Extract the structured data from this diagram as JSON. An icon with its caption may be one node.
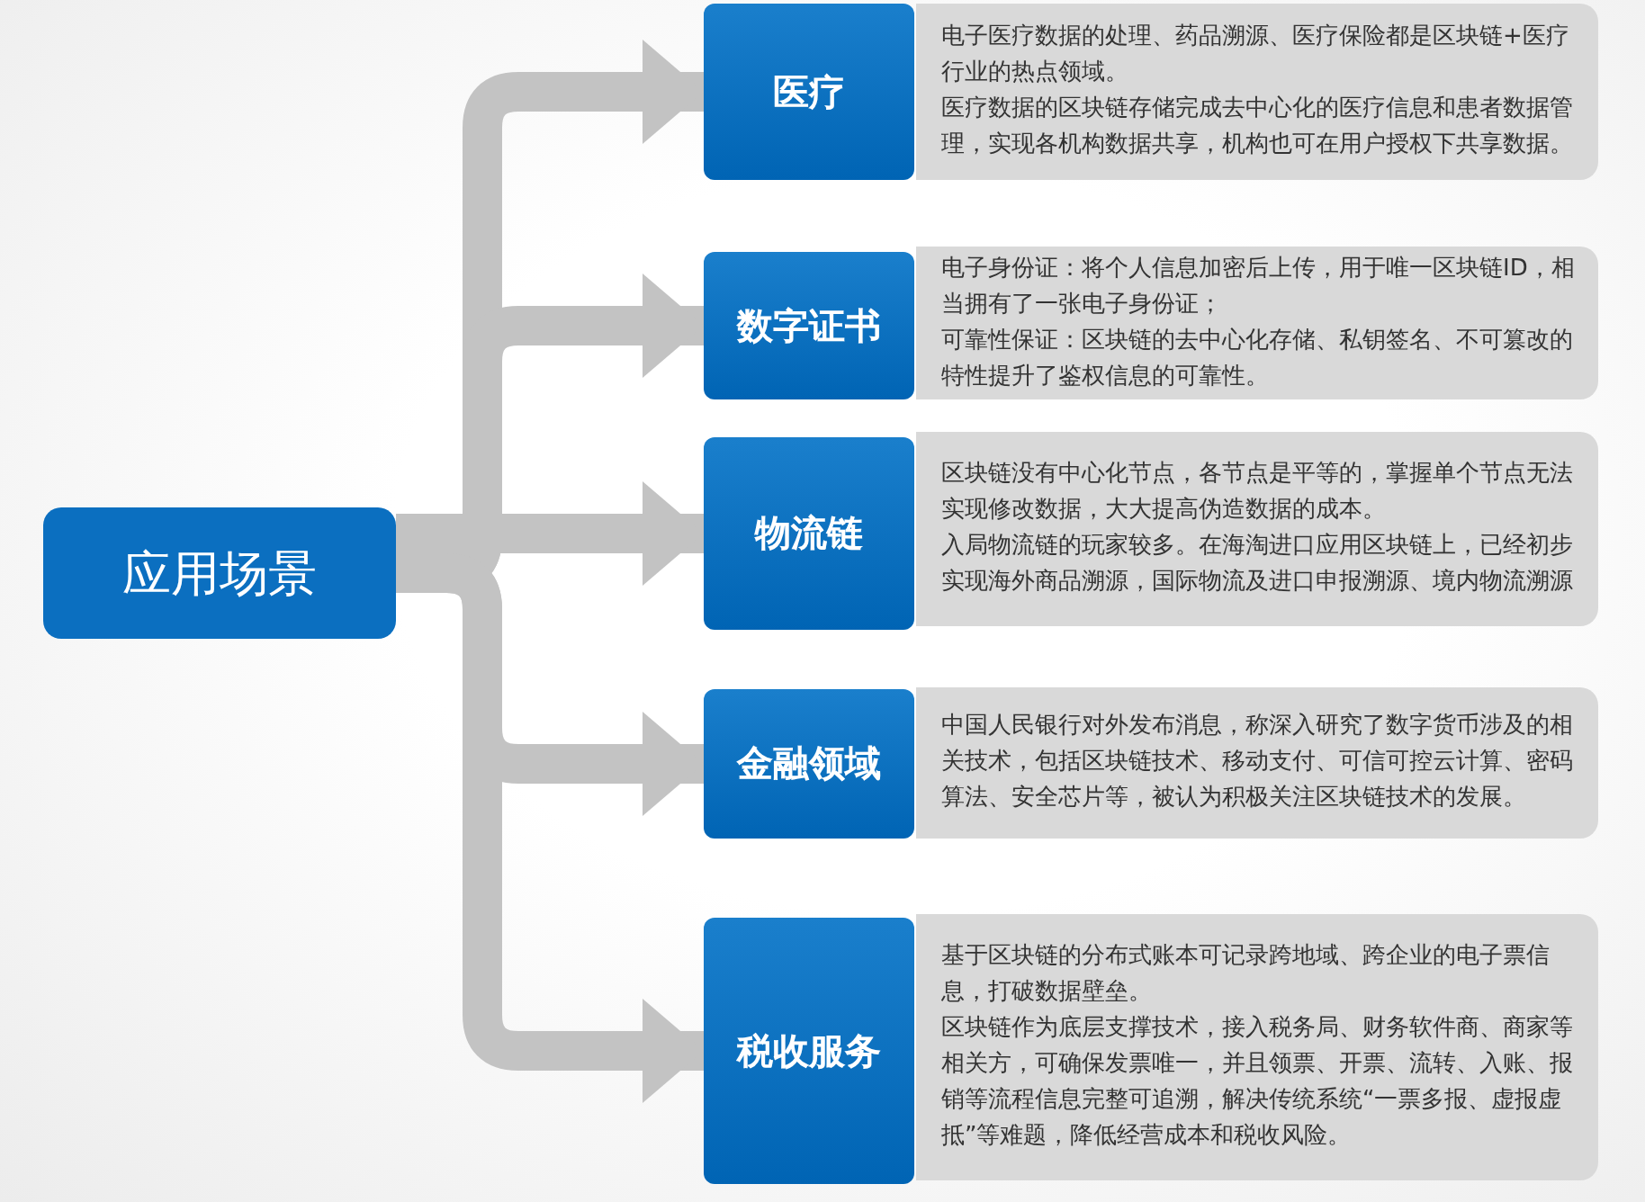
{
  "diagram": {
    "nodes": [
      {
        "text": [
          "应用场景"
        ]
      },
      {
        "text": [
          "医疗"
        ]
      },
      {
        "text": [
          "电子医疗数据的处理、药品溯源、医疗保险都是区块链+医疗行业的热点领域。",
          "医疗数据的区块链存储完成去中心化的医疗信息和患者数据管理，实现各机构数据共享，机构也可在用户授权下共享数据。"
        ]
      },
      {
        "text": [
          "数字证书"
        ]
      },
      {
        "text": [
          "电子身份证：将个人信息加密后上传，用于唯一区块链ID，相当拥有了一张电子身份证；",
          "可靠性保证：区块链的去中心化存储、私钥签名、不可篡改的特性提升了鉴权信息的可靠性。"
        ]
      },
      {
        "text": [
          "物流链"
        ]
      },
      {
        "text": [
          "区块链没有中心化节点，各节点是平等的，掌握单个节点无法实现修改数据，大大提高伪造数据的成本。",
          "入局物流链的玩家较多。在海淘进口应用区块链上，已经初步实现海外商品溯源，国际物流及进口申报溯源、境内物流溯源"
        ]
      },
      {
        "text": [
          "金融领域"
        ]
      },
      {
        "text": [
          "中国人民银行对外发布消息，称深入研究了数字货币涉及的相关技术，包括区块链技术、移动支付、可信可控云计算、密码算法、安全芯片等，被认为积极关注区块链技术的发展。"
        ]
      },
      {
        "text": [
          "税收服务"
        ]
      },
      {
        "text": [
          "基于区块链的分布式账本可记录跨地域、跨企业的电子票信息，打破数据壁垒。",
          "区块链作为底层支撑技术，接入税务局、财务软件商、商家等相关方，可确保发票唯一，并且领票、开票、流转、入账、报销等流程信息完整可追溯，解决传统系统“一票多报、虚报虚抵”等难题，降低经营成本和税收风险。"
        ]
      }
    ],
    "edges": [
      {
        "from": 0,
        "to": 1,
        "arrow": "to"
      },
      {
        "from": 0,
        "to": 3,
        "arrow": "to"
      },
      {
        "from": 0,
        "to": 5,
        "arrow": "to"
      },
      {
        "from": 0,
        "to": 7,
        "arrow": "to"
      },
      {
        "from": 0,
        "to": 9,
        "arrow": "to"
      }
    ]
  }
}
